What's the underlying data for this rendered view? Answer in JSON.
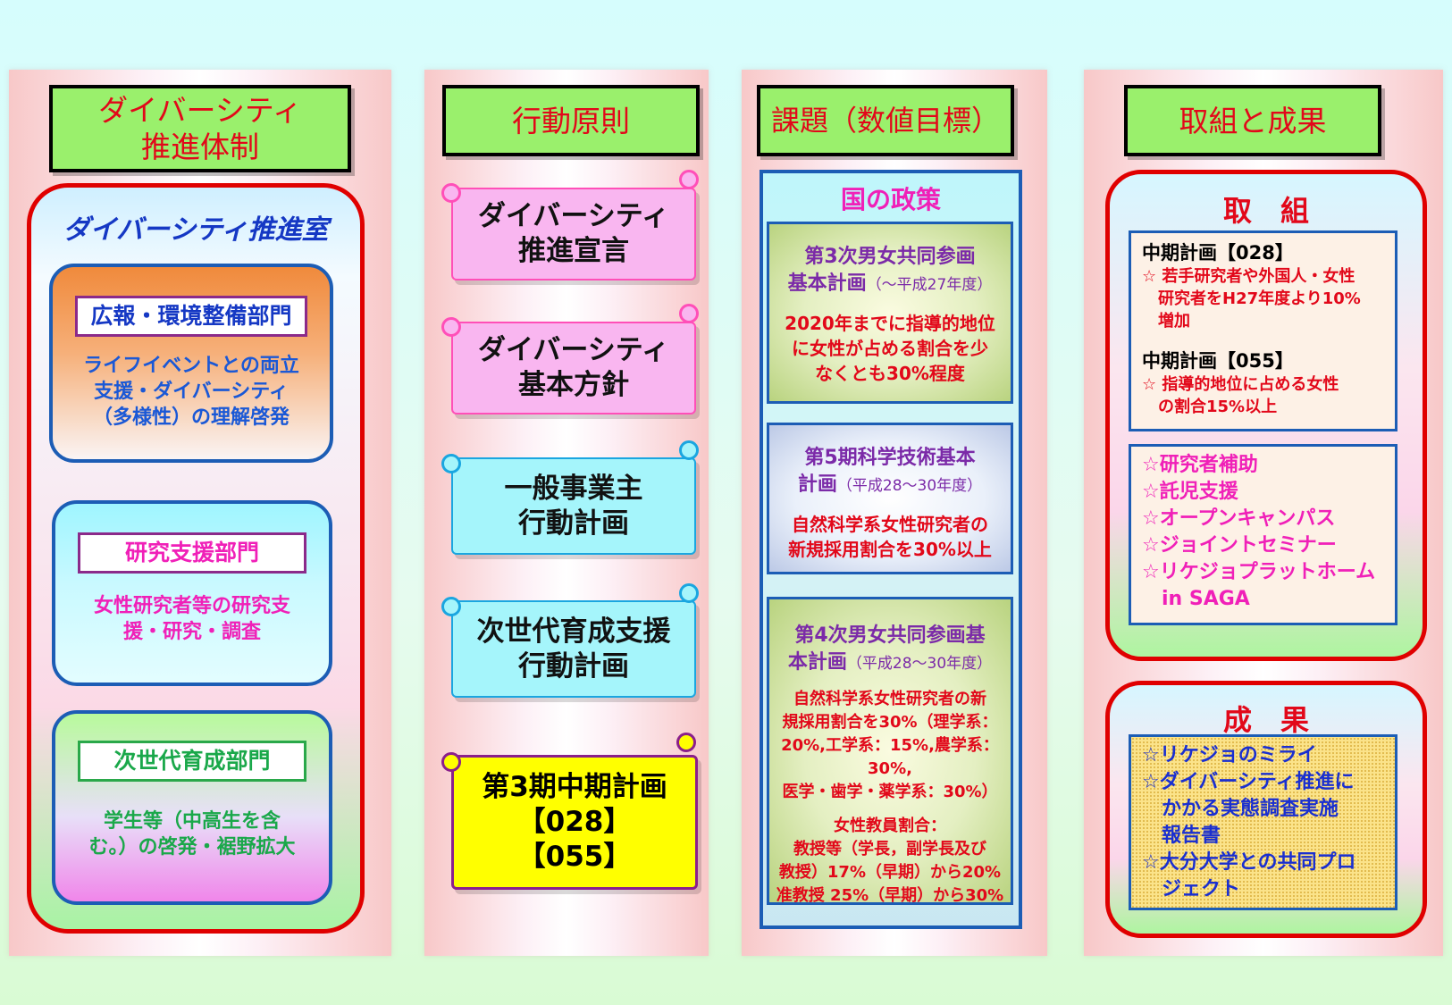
{
  "col1": {
    "header": "ダイバーシティ\n推進体制",
    "office_title": "ダイバーシティ推進室",
    "dept1": {
      "label": "広報・環境整備部門",
      "desc": "ライフイベントとの両立\n支援・ダイバーシティ\n（多様性）の理解啓発"
    },
    "dept2": {
      "label": "研究支援部門",
      "desc": "女性研究者等の研究支\n援・研究・調査"
    },
    "dept3": {
      "label": "次世代育成部門",
      "desc": "学生等（中高生を含\nむ。）の啓発・裾野拡大"
    }
  },
  "col2": {
    "header": "行動原則",
    "scroll1": "ダイバーシティ\n推進宣言",
    "scroll2": "ダイバーシティ\n基本方針",
    "scroll3": "一般事業主\n行動計画",
    "scroll4": "次世代育成支援\n行動計画",
    "scroll5": "第3期中期計画\n【028】\n【055】"
  },
  "col3": {
    "header": "課題（数値目標）",
    "policy_title": "国の政策",
    "p1": {
      "title": "第3次男女共同参画\n基本計画",
      "title_small": "（～平成27年度）",
      "body": "2020年までに指導的地位\nに女性が占める割合を少\nなくとも30%程度"
    },
    "p2": {
      "title": "第5期科学技術基本\n計画",
      "title_small": "（平成28～30年度）",
      "body": "自然科学系女性研究者の\n新規採用割合を30%以上"
    },
    "p3": {
      "title": "第4次男女共同参画基\n本計画",
      "title_small": "（平成28～30年度）",
      "body": "自然科学系女性研究者の新\n規採用割合を30%（理学系：\n20%,工学系：15%,農学系：30%,\n医学・歯学・薬学系：30%）",
      "body2": "女性教員割合：\n教授等（学長，副学長及び\n教授）17%（早期）から20%\n准教授 25%（早期）から30%"
    }
  },
  "col4": {
    "header": "取組と成果",
    "torikumi_title": "取　組",
    "plan1_title": "中期計画【028】",
    "plan1_body": "☆ 若手研究者や外国人・女性\n　研究者をH27年度より10%\n　増加",
    "plan2_title": "中期計画【055】",
    "plan2_body": "☆ 指導的地位に占める女性\n　の割合15%以上",
    "items": "☆研究者補助\n☆託児支援\n☆オープンキャンパス\n☆ジョイントセミナー\n☆リケジョプラットホーム\n　in SAGA",
    "seika_title": "成　果",
    "results": "☆リケジョのミライ\n☆ダイバーシティ推進に\n　かかる実態調査実施\n　報告書\n☆大分大学との共同プロ\n　ジェクト"
  },
  "colors": {
    "header_green": "#9af06c",
    "red_border": "#e00000",
    "blue_border": "#1c5db5",
    "scroll_pink": "#f9b6f0",
    "scroll_cyan": "#a5f5fb",
    "scroll_yellow": "#ffff00"
  }
}
